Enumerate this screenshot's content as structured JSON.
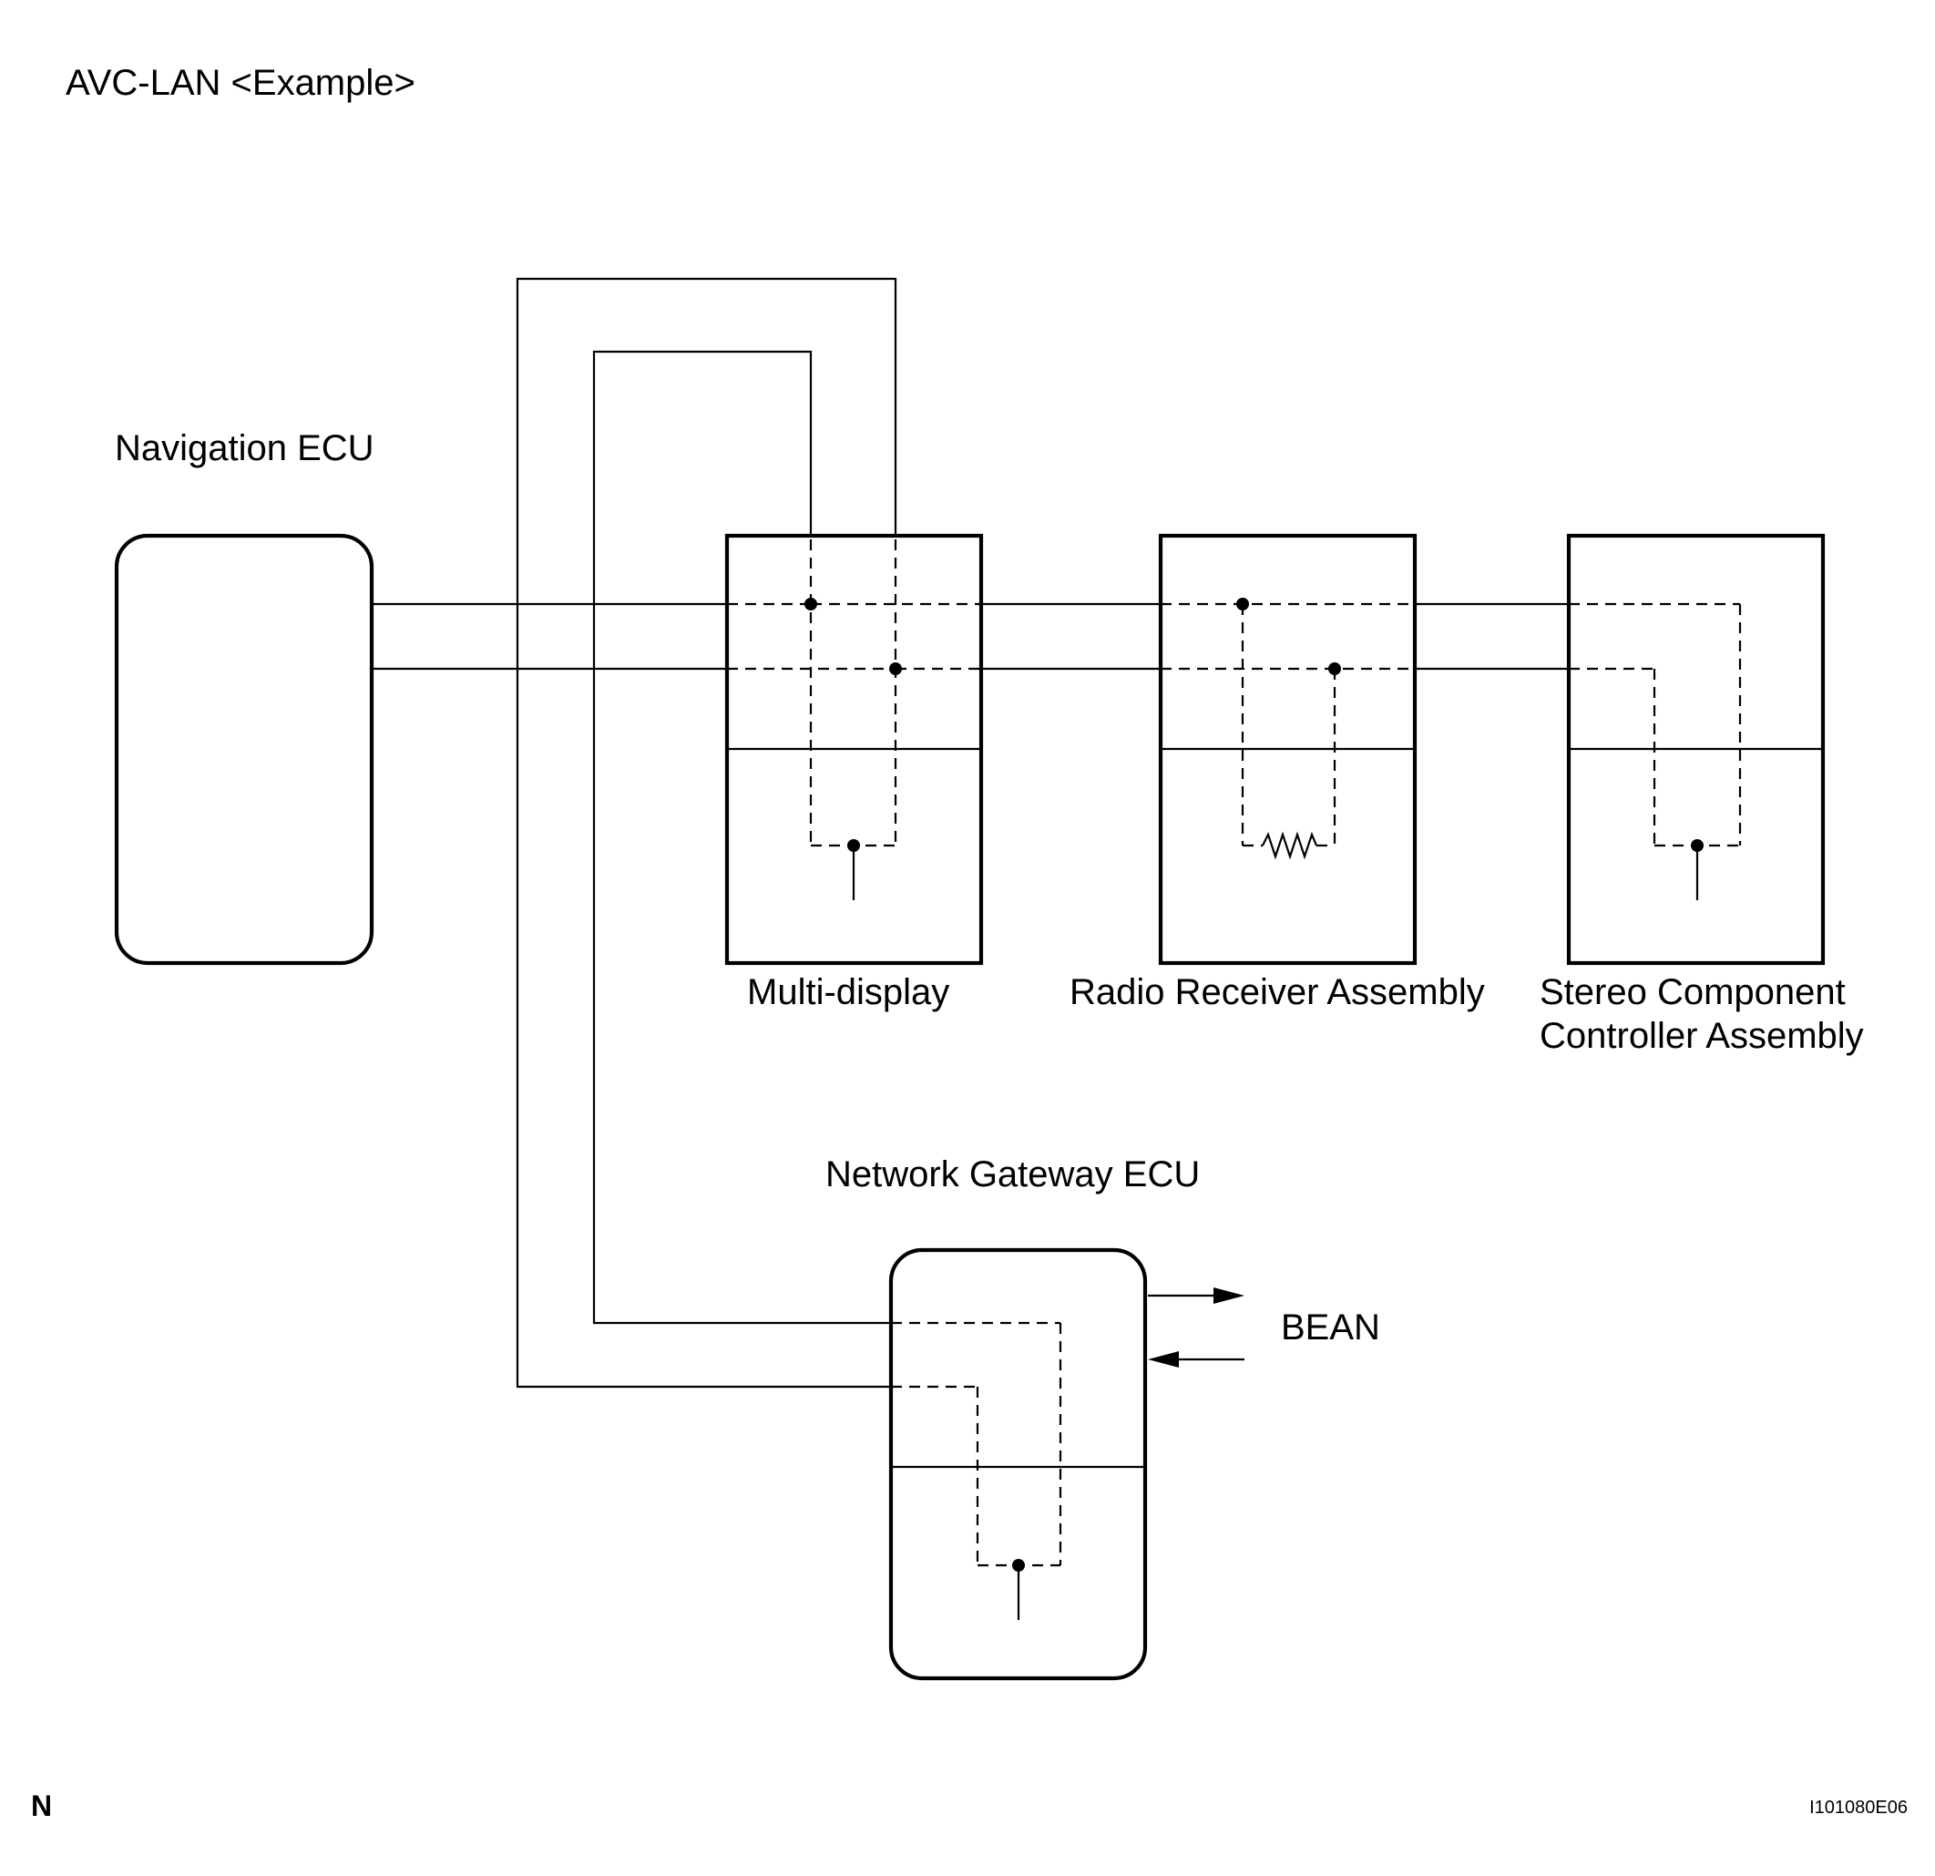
{
  "title": "AVC-LAN <Example>",
  "components": {
    "navigation_ecu": "Navigation ECU",
    "multi_display": "Multi-display",
    "radio_receiver": "Radio Receiver Assembly",
    "stereo_component": {
      "line1": "Stereo Component",
      "line2": "Controller Assembly"
    },
    "network_gateway": "Network Gateway ECU"
  },
  "bus": {
    "bean_label": "BEAN"
  },
  "footer": {
    "corner_letter": "N",
    "figure_id": "I101080E06"
  }
}
